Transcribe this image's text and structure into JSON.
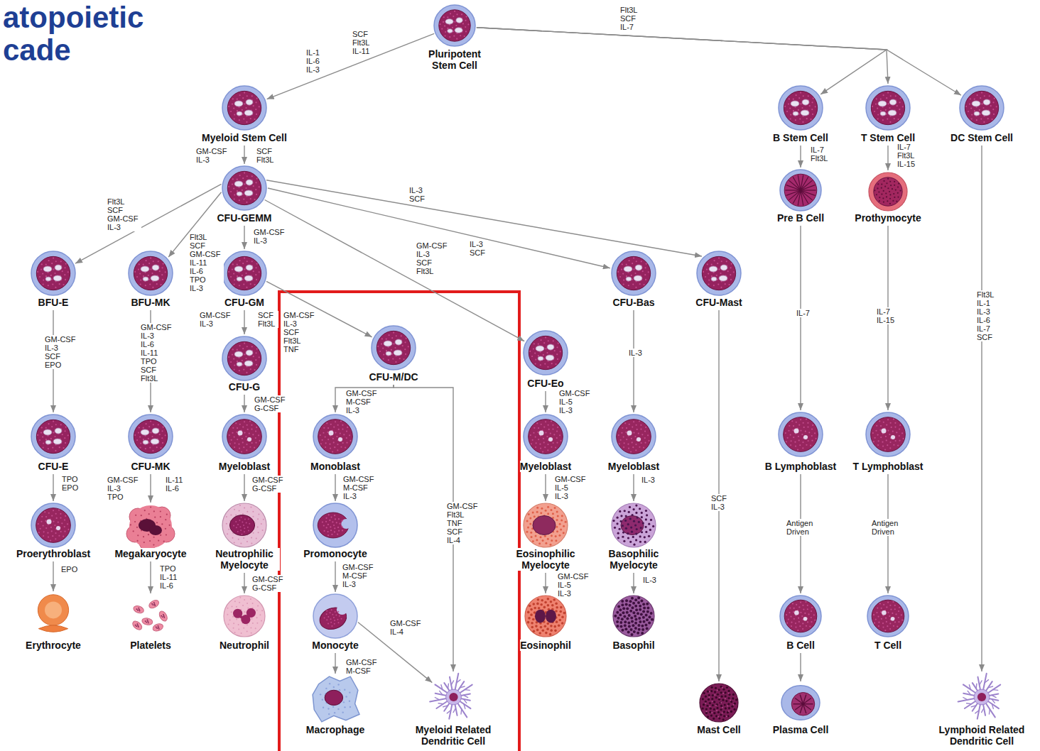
{
  "diagram": {
    "title": "atopoietic cade",
    "nodes": [
      {
        "text": [
          "Pluripotent Stem Cell"
        ]
      },
      {
        "text": [
          "Myeloid Stem Cell"
        ]
      },
      {
        "text": [
          "B Stem Cell"
        ]
      },
      {
        "text": [
          "T Stem Cell"
        ]
      },
      {
        "text": [
          "DC Stem Cell"
        ]
      },
      {
        "text": [
          "CFU-GEMM"
        ]
      },
      {
        "text": [
          "Pre B Cell"
        ]
      },
      {
        "text": [
          "Prothymocyte"
        ]
      },
      {
        "text": [
          "BFU-E"
        ]
      },
      {
        "text": [
          "BFU-MK"
        ]
      },
      {
        "text": [
          "CFU-GM"
        ]
      },
      {
        "text": [
          "CFU-Bas"
        ]
      },
      {
        "text": [
          "CFU-Mast"
        ]
      },
      {
        "text": [
          "CFU-M/DC"
        ]
      },
      {
        "text": [
          "CFU-Eo"
        ]
      },
      {
        "text": [
          "CFU-G"
        ]
      },
      {
        "text": [
          "CFU-E"
        ]
      },
      {
        "text": [
          "CFU-MK"
        ]
      },
      {
        "text": [
          "Myeloblast"
        ]
      },
      {
        "text": [
          "Monoblast"
        ]
      },
      {
        "text": [
          "Myeloblast"
        ]
      },
      {
        "text": [
          "Myeloblast"
        ]
      },
      {
        "text": [
          "B Lymphoblast"
        ]
      },
      {
        "text": [
          "T Lymphoblast"
        ]
      },
      {
        "text": [
          "Proerythroblast"
        ]
      },
      {
        "text": [
          "Megakaryocyte"
        ]
      },
      {
        "text": [
          "Neutrophilic Myelocyte"
        ]
      },
      {
        "text": [
          "Promonocyte"
        ]
      },
      {
        "text": [
          "Eosinophilic Myelocyte"
        ]
      },
      {
        "text": [
          "Basophilic Myelocyte"
        ]
      },
      {
        "text": [
          "Erythrocyte"
        ]
      },
      {
        "text": [
          "Platelets"
        ]
      },
      {
        "text": [
          "Neutrophil"
        ]
      },
      {
        "text": [
          "Monocyte"
        ]
      },
      {
        "text": [
          "Eosinophil"
        ]
      },
      {
        "text": [
          "Basophil"
        ]
      },
      {
        "text": [
          "B Cell"
        ]
      },
      {
        "text": [
          "T Cell"
        ]
      },
      {
        "text": [
          "Macrophage"
        ]
      },
      {
        "text": [
          "Myeloid Related Dendritic Cell"
        ]
      },
      {
        "text": [
          "Mast Cell"
        ]
      },
      {
        "text": [
          "Plasma Cell"
        ]
      },
      {
        "text": [
          "Lymphoid Related Dendritic Cell"
        ]
      }
    ],
    "edges": [
      {
        "from": 0,
        "to": 1,
        "arrow": "to",
        "label": "IL-1 IL-6 IL-3"
      },
      {
        "from": 0,
        "to": 2,
        "arrow": "to",
        "label": "Flt3L SCF IL-7"
      },
      {
        "from": 0,
        "to": 3,
        "arrow": "to"
      },
      {
        "from": 0,
        "to": 4,
        "arrow": "to"
      },
      {
        "from": 1,
        "to": 5,
        "arrow": "to",
        "label": "GM-CSF IL-3"
      },
      {
        "from": 5,
        "to": 8,
        "arrow": "to",
        "label": "Flt3L SCF GM-CSF IL-3"
      },
      {
        "from": 5,
        "to": 9,
        "arrow": "to",
        "label": "Flt3L SCF GM-CSF IL-11 IL-6 TPO IL-3"
      },
      {
        "from": 5,
        "to": 10,
        "arrow": "to",
        "label": "GM-CSF IL-3"
      },
      {
        "from": 5,
        "to": 12,
        "arrow": "to",
        "label": "IL-3 SCF"
      },
      {
        "from": 5,
        "to": 11,
        "arrow": "to",
        "label": "IL-3 SCF"
      },
      {
        "from": 5,
        "to": 14,
        "arrow": "to",
        "label": "GM-CSF IL-3 SCF Flt3L"
      },
      {
        "from": 2,
        "to": 6,
        "arrow": "to",
        "label": "IL-7 Flt3L"
      },
      {
        "from": 3,
        "to": 7,
        "arrow": "to",
        "label": "IL-7 Flt3L IL-15"
      },
      {
        "from": 4,
        "to": 42,
        "arrow": "to",
        "label": "Flt3L IL-1 IL-3 IL-6 IL-7 SCF"
      },
      {
        "from": 8,
        "to": 16,
        "arrow": "to",
        "label": "GM-CSF IL-3 SCF EPO"
      },
      {
        "from": 9,
        "to": 17,
        "arrow": "to",
        "label": "GM-CSF IL-3 IL-6 IL-11 TPO SCF Flt3L"
      },
      {
        "from": 10,
        "to": 15,
        "arrow": "to",
        "label": "GM-CSF IL-3"
      },
      {
        "from": 10,
        "to": 13,
        "arrow": "to",
        "label": "GM-CSF IL-3 SCF Flt3L TNF"
      },
      {
        "from": 11,
        "to": 21,
        "arrow": "to",
        "label": "IL-3"
      },
      {
        "from": 12,
        "to": 40,
        "arrow": "to",
        "label": "SCF IL-3"
      },
      {
        "from": 13,
        "to": 19,
        "arrow": "to",
        "label": "GM-CSF M-CSF IL-3"
      },
      {
        "from": 13,
        "to": 39,
        "arrow": "to",
        "label": "GM-CSF Flt3L TNF SCF IL-4"
      },
      {
        "from": 14,
        "to": 20,
        "arrow": "to",
        "label": "GM-CSF IL-5 IL-3"
      },
      {
        "from": 15,
        "to": 18,
        "arrow": "to",
        "label": "GM-CSF G-CSF"
      },
      {
        "from": 6,
        "to": 22,
        "arrow": "to",
        "label": "IL-7"
      },
      {
        "from": 7,
        "to": 23,
        "arrow": "to",
        "label": "IL-7 IL-15"
      },
      {
        "from": 16,
        "to": 24,
        "arrow": "to",
        "label": "TPO EPO"
      },
      {
        "from": 17,
        "to": 25,
        "arrow": "to",
        "label": "GM-CSF IL-3 TPO"
      },
      {
        "from": 18,
        "to": 26,
        "arrow": "to",
        "label": "GM-CSF G-CSF"
      },
      {
        "from": 19,
        "to": 27,
        "arrow": "to",
        "label": "GM-CSF M-CSF IL-3"
      },
      {
        "from": 20,
        "to": 28,
        "arrow": "to",
        "label": "GM-CSF IL-5 IL-3"
      },
      {
        "from": 21,
        "to": 29,
        "arrow": "to",
        "label": "IL-3"
      },
      {
        "from": 22,
        "to": 36,
        "arrow": "to",
        "label": "Antigen Driven"
      },
      {
        "from": 23,
        "to": 37,
        "arrow": "to",
        "label": "Antigen Driven"
      },
      {
        "from": 24,
        "to": 30,
        "arrow": "to",
        "label": "EPO"
      },
      {
        "from": 25,
        "to": 31,
        "arrow": "to",
        "label": "TPO IL-11 IL-6"
      },
      {
        "from": 26,
        "to": 32,
        "arrow": "to",
        "label": "GM-CSF G-CSF"
      },
      {
        "from": 27,
        "to": 33,
        "arrow": "to",
        "label": "GM-CSF M-CSF IL-3"
      },
      {
        "from": 28,
        "to": 34,
        "arrow": "to",
        "label": "GM-CSF IL-5 IL-3"
      },
      {
        "from": 29,
        "to": 35,
        "arrow": "to",
        "label": "IL-3"
      },
      {
        "from": 33,
        "to": 38,
        "arrow": "to",
        "label": "GM-CSF M-CSF"
      },
      {
        "from": 33,
        "to": 39,
        "arrow": "to",
        "label": "GM-CSF IL-4"
      },
      {
        "from": 36,
        "to": 41,
        "arrow": "to"
      }
    ],
    "labels": [
      "SCF Flt3L IL-11",
      "SCF Flt3L",
      "SCF Flt3L",
      "IL-11 IL-6"
    ]
  }
}
